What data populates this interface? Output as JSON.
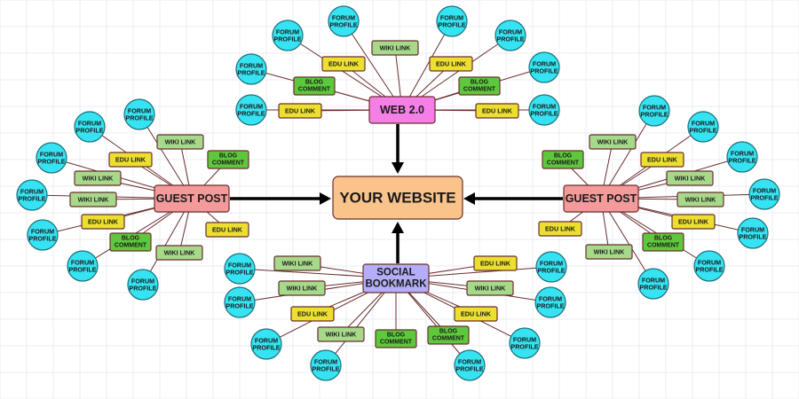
{
  "colors": {
    "center": "#f9c38a",
    "web20": "#f57fe6",
    "guest_post": "#f59a9a",
    "social": "#b3aef7",
    "wiki": "#a6d98a",
    "edu": "#ecdf2f",
    "blog": "#5ec83c",
    "forum": "#36e3f2"
  },
  "hubs": {
    "center": "YOUR WEBSITE",
    "web20": "WEB 2.0",
    "guest_left": "GUEST POST",
    "guest_right": "GUEST POST",
    "social": [
      "SOCIAL",
      "BOOKMARK"
    ]
  },
  "labels": {
    "wiki": "WIKI LINK",
    "edu": "EDU LINK",
    "blog": [
      "BLOG",
      "COMMENT"
    ],
    "forum": [
      "FORUM",
      "PROFILE"
    ]
  }
}
